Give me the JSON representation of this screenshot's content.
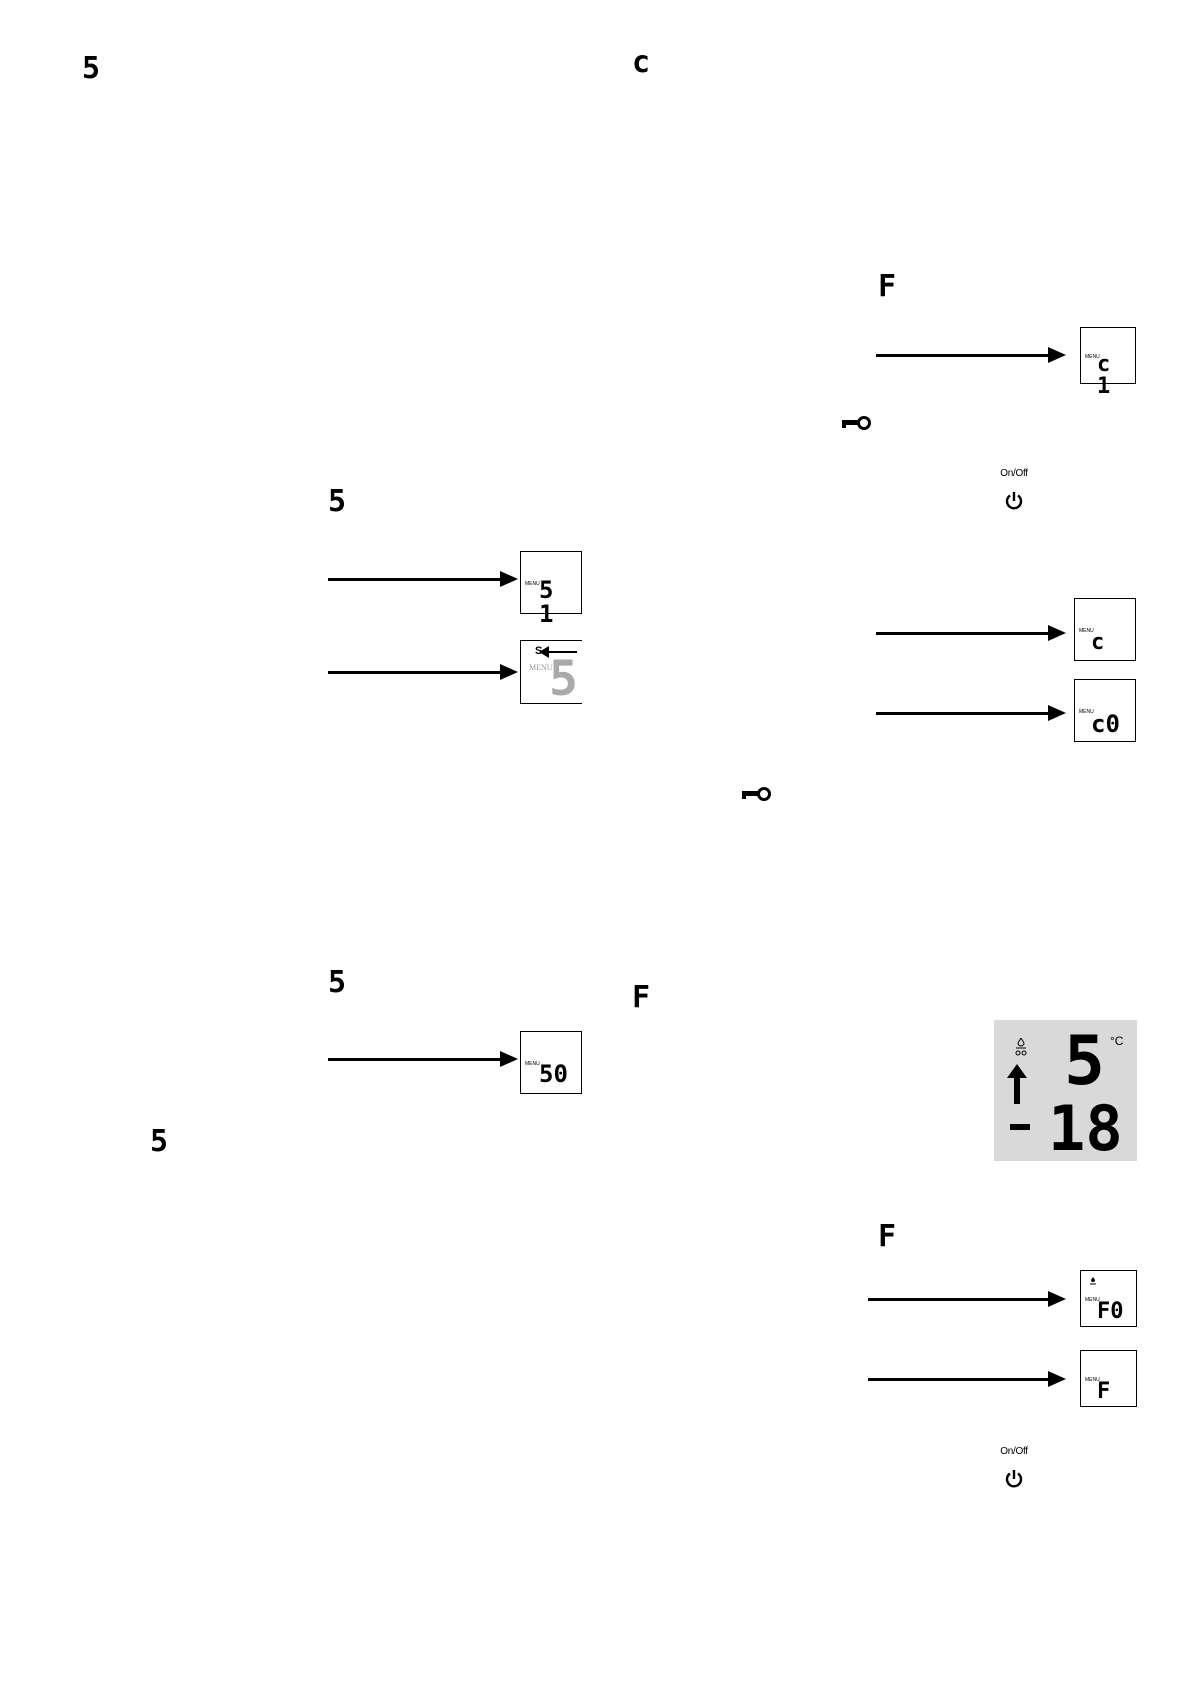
{
  "symbols": {
    "top_left": "5",
    "top_right": "c",
    "right_f1": "F",
    "mid_s1": "5",
    "mid_s2": "5",
    "left_s3": "5",
    "right_f2": "F",
    "right_f3": "F"
  },
  "lcds": {
    "c1": {
      "menu": "MENU",
      "code": "c 1"
    },
    "s1": {
      "menu": "MENU",
      "code": "5 1"
    },
    "s_anim": {
      "s": "S",
      "menu": "MENU",
      "code": "5"
    },
    "c_blank": {
      "menu": "MENU",
      "code": "c"
    },
    "c0": {
      "menu": "MENU",
      "code": "c0"
    },
    "s0": {
      "menu": "MENU",
      "code": "50"
    },
    "f0": {
      "menu": "MENU",
      "code": "F0"
    },
    "f_blank": {
      "menu": "MENU",
      "code": "F"
    }
  },
  "power_buttons": [
    {
      "label": "On/Off"
    },
    {
      "label": "On/Off"
    }
  ],
  "big_display": {
    "top_value": "5",
    "unit": "°C",
    "bottom_value": "18"
  }
}
